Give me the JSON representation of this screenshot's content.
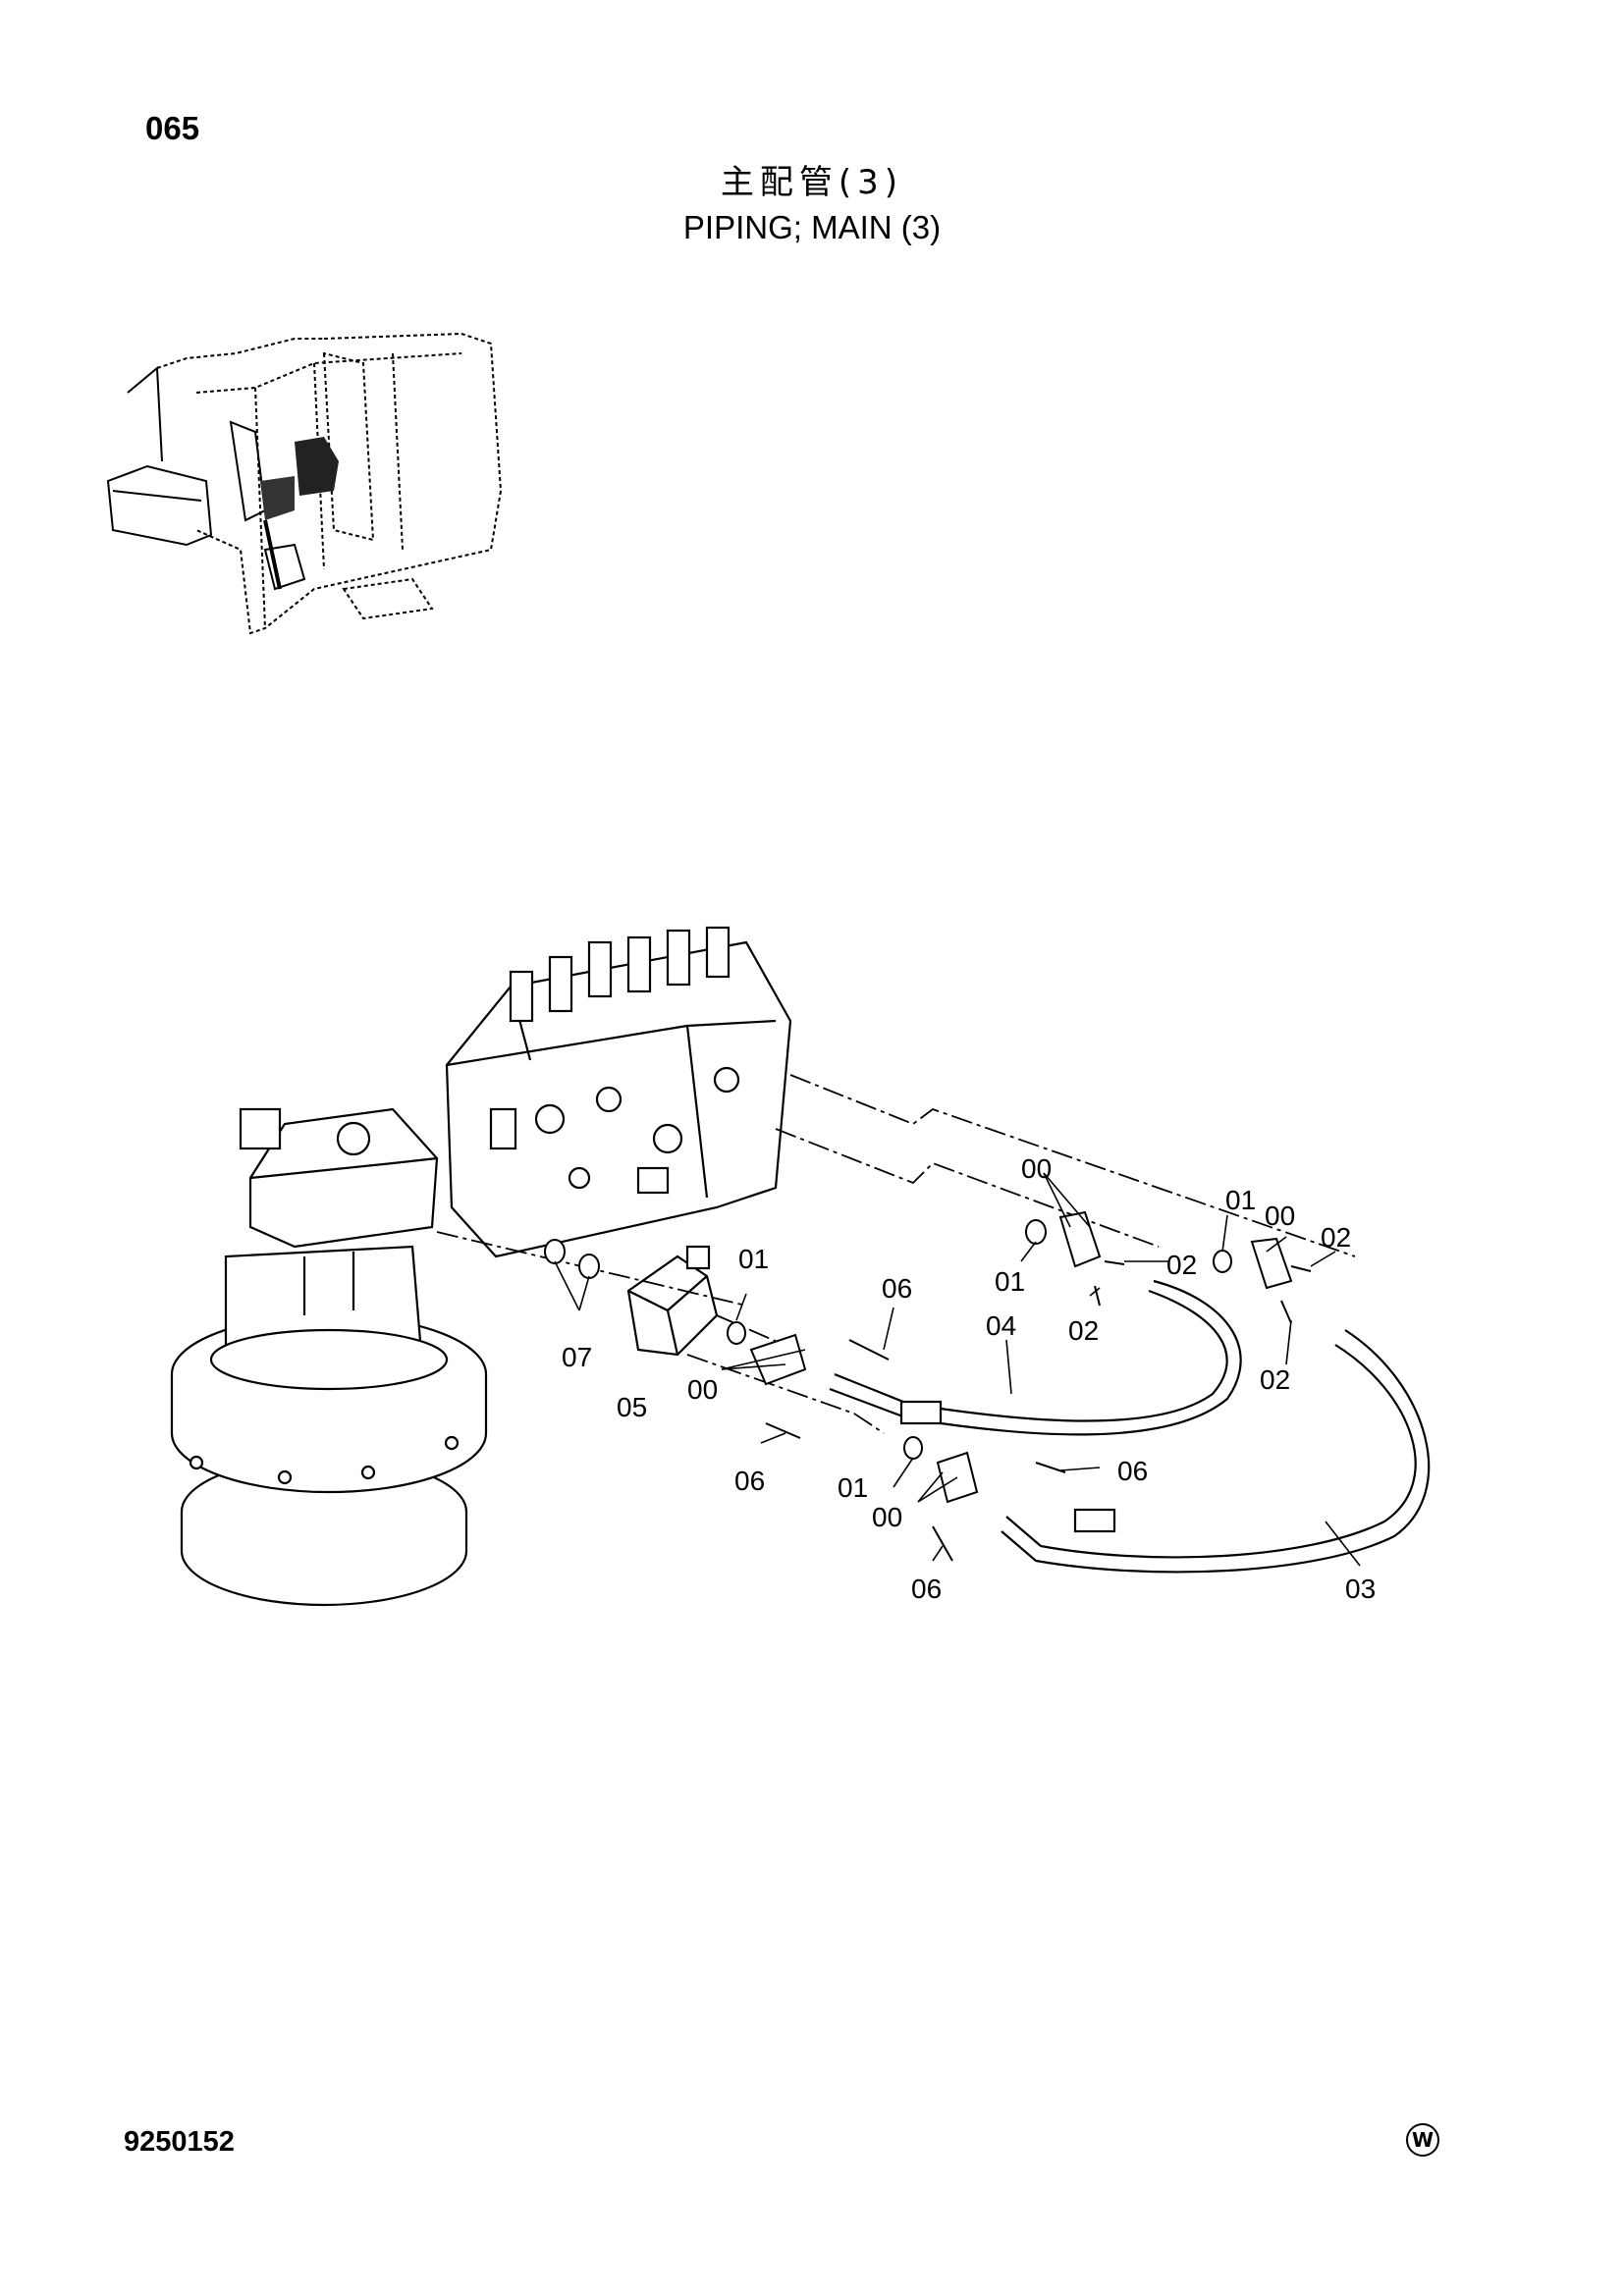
{
  "page_number": "065",
  "title_cn": "主配管(3)",
  "title_en": "PIPING; MAIN  (3)",
  "drawing_number": "9250152",
  "maker_mark": "W",
  "callouts": [
    {
      "id": "c00a",
      "text": "00"
    },
    {
      "id": "c01a",
      "text": "01"
    },
    {
      "id": "c00b",
      "text": "00"
    },
    {
      "id": "c02a",
      "text": "02"
    },
    {
      "id": "c01b",
      "text": "01"
    },
    {
      "id": "c02b",
      "text": "02"
    },
    {
      "id": "c02c",
      "text": "02"
    },
    {
      "id": "c02d",
      "text": "02"
    },
    {
      "id": "c01c",
      "text": "01"
    },
    {
      "id": "c06a",
      "text": "06"
    },
    {
      "id": "c04",
      "text": "04"
    },
    {
      "id": "c07",
      "text": "07"
    },
    {
      "id": "c05",
      "text": "05"
    },
    {
      "id": "c00c",
      "text": "00"
    },
    {
      "id": "c06b",
      "text": "06"
    },
    {
      "id": "c06c",
      "text": "06"
    },
    {
      "id": "c01d",
      "text": "01"
    },
    {
      "id": "c00d",
      "text": "00"
    },
    {
      "id": "c06d",
      "text": "06"
    },
    {
      "id": "c03",
      "text": "03"
    }
  ]
}
